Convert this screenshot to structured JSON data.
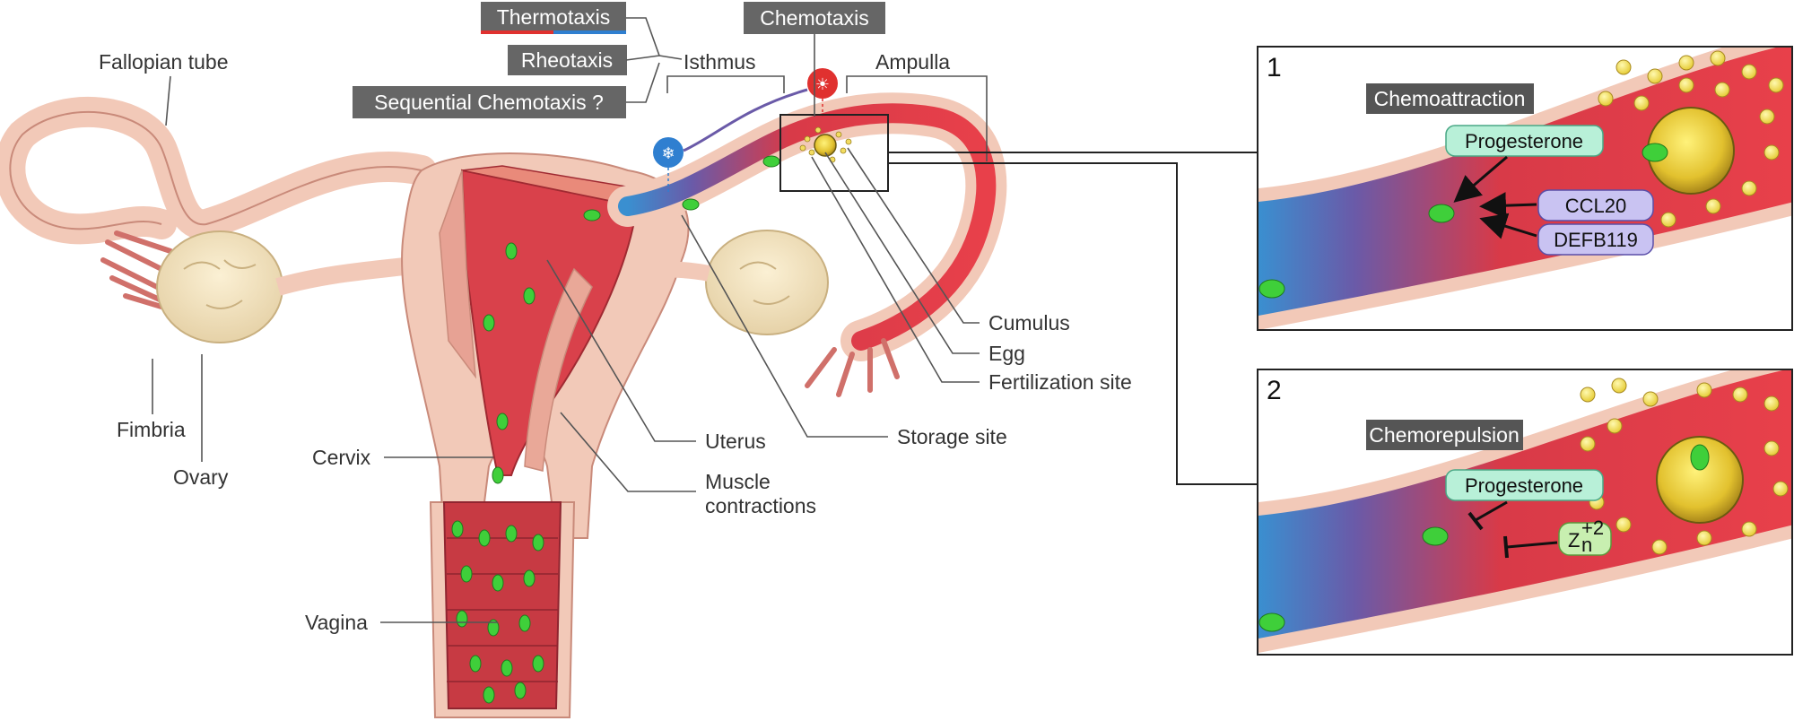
{
  "labels": {
    "fallopian_tube": "Fallopian tube",
    "fimbria": "Fimbria",
    "ovary": "Ovary",
    "cervix": "Cervix",
    "vagina": "Vagina",
    "uterus": "Uterus",
    "muscle_contractions_1": "Muscle",
    "muscle_contractions_2": "contractions",
    "storage_site": "Storage site",
    "fertilization_site": "Fertilization site",
    "egg": "Egg",
    "cumulus": "Cumulus",
    "isthmus": "Isthmus",
    "ampulla": "Ampulla"
  },
  "taxis_boxes": {
    "thermotaxis": "Thermotaxis",
    "rheotaxis": "Rheotaxis",
    "sequential": "Sequential Chemotaxis ?",
    "chemotaxis": "Chemotaxis"
  },
  "panel1": {
    "number": "1",
    "title": "Chemoattraction",
    "progesterone": "Progesterone",
    "ccl20": "CCL20",
    "defb119": "DEFB119"
  },
  "panel2": {
    "number": "2",
    "title": "Chemorepulsion",
    "progesterone": "Progesterone",
    "zinc_base": "Z",
    "zinc_sub": "n",
    "zinc_sup": "+2"
  },
  "colors": {
    "tissue": "#f2c9b8",
    "lumen": "#d9414b",
    "sperm": "#3fcf3a",
    "label_box": "#666666",
    "pill_green": "#b8f0d8",
    "pill_purple": "#c9c3f2",
    "cold": "#2f7fd0",
    "hot": "#e0312f"
  }
}
